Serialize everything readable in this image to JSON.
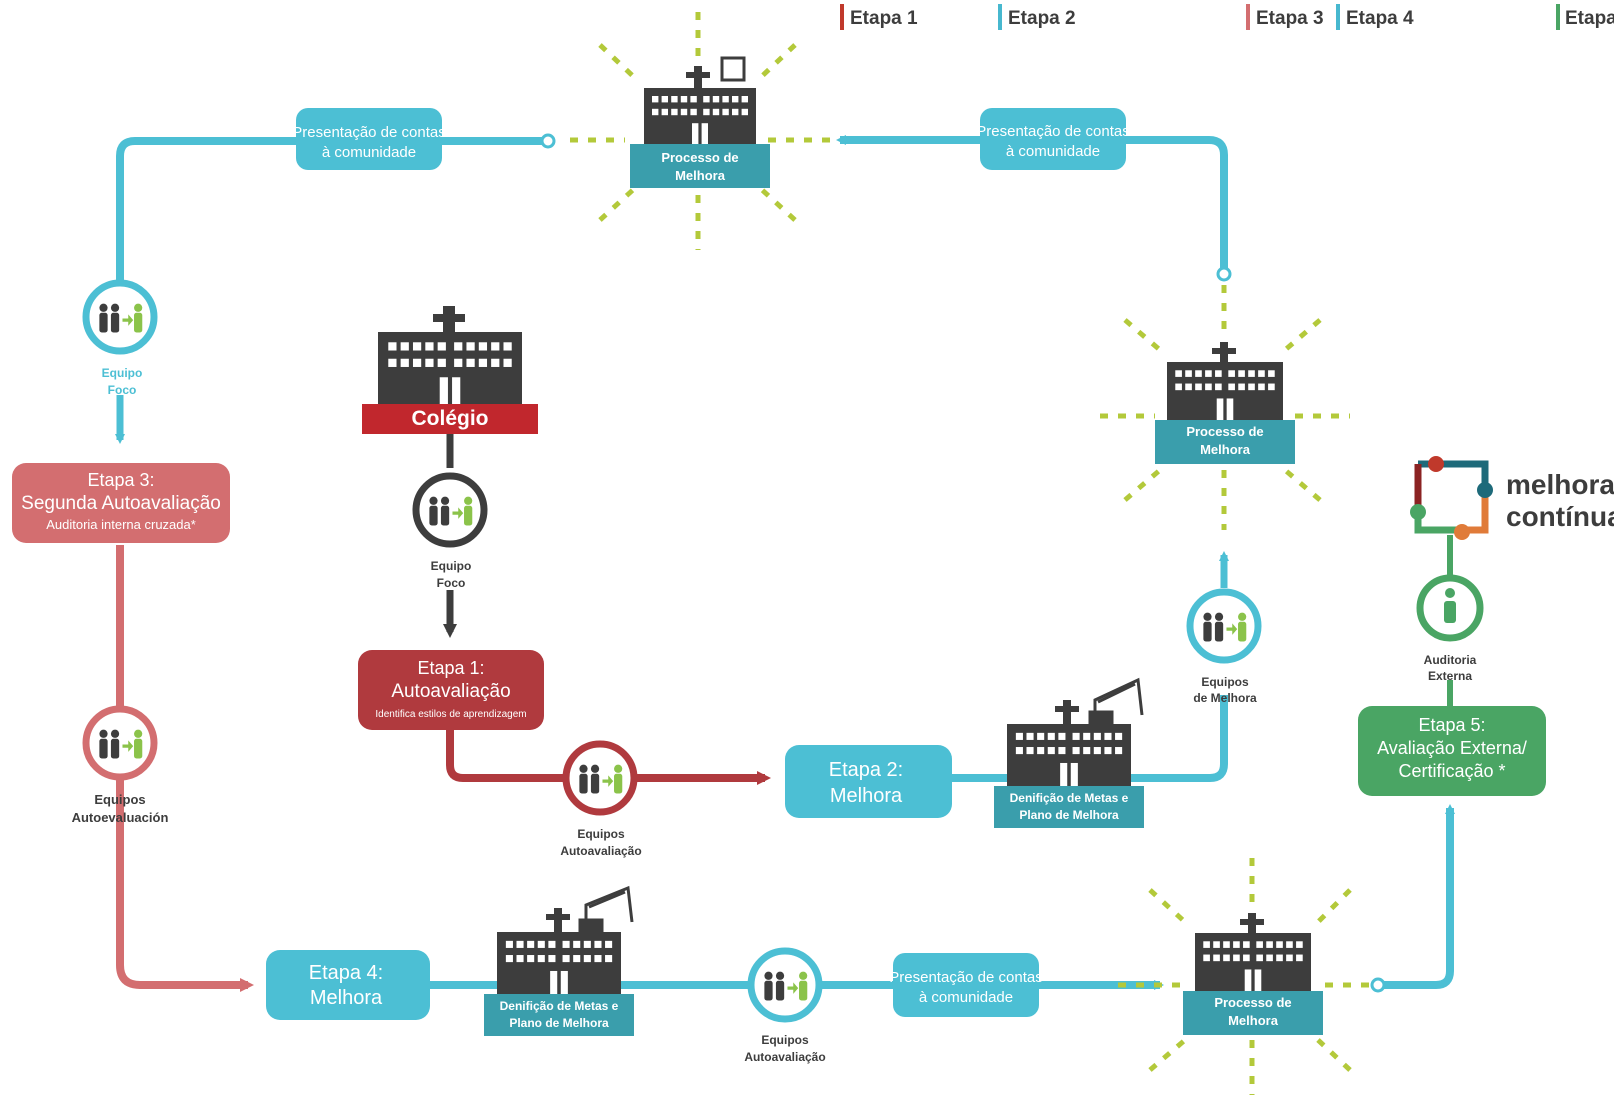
{
  "legend": [
    {
      "label": "Etapa 1",
      "color": "#c0392b"
    },
    {
      "label": "Etapa 2",
      "color": "#47b8cf"
    },
    {
      "label": "Etapa 3",
      "color": "#d36e70"
    },
    {
      "label": "Etapa 4",
      "color": "#47b8cf"
    },
    {
      "label": "Etapa",
      "color": "#4aa564"
    }
  ],
  "colors": {
    "teal": "#4cbfd4",
    "teal_dark": "#3a9eac",
    "red": "#b03a3e",
    "pink": "#d36e70",
    "green": "#4aa564",
    "lime": "#b3c93a",
    "dark": "#3d3d3d",
    "brand_red": "#c1272d"
  },
  "college": {
    "label": "Colégio"
  },
  "stages": {
    "etapa1": {
      "title": "Etapa 1:",
      "subtitle": "Autoavaliação",
      "note": "Identifica estilos de aprendizagem"
    },
    "etapa2": {
      "title": "Etapa 2:",
      "subtitle": "Melhora"
    },
    "etapa3": {
      "title": "Etapa 3:",
      "subtitle": "Segunda Autoavaliação",
      "note": "Auditoria interna cruzada*"
    },
    "etapa4": {
      "title": "Etapa 4:",
      "subtitle": "Melhora"
    },
    "etapa5": {
      "title": "Etapa 5:",
      "line2": "Avaliação Externa/",
      "line3": "Certificação *"
    }
  },
  "pills": {
    "line1": "Presentação de contas",
    "line2": "à comunidade"
  },
  "teams": {
    "equipo_foco_l1": "Equipo",
    "equipo_foco_l2": "Foco",
    "equipos_autoeval_l1": "Equipos",
    "equipos_autoeval_l2": "Autoevaluación",
    "equipos_autoaval_l1": "Equipos",
    "equipos_autoaval_l2": "Autoavaliação",
    "equipos_melhora_l1": "Equipos",
    "equipos_melhora_l2": "de Melhora",
    "auditoria_l1": "Auditoria",
    "auditoria_l2": "Externa"
  },
  "buildings": {
    "processo_l1": "Processo de",
    "processo_l2": "Melhora",
    "definicao_l1": "Denifição de Metas e",
    "definicao_l2": "Plano de Melhora"
  },
  "brand": {
    "line1": "melhora",
    "line2": "contínua"
  }
}
